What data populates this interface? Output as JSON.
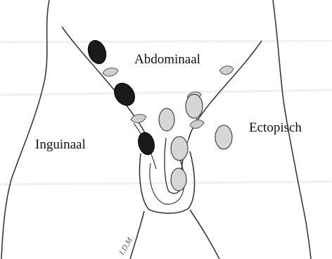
{
  "labels": {
    "abdominal": "Abdominaal",
    "inguinal": "Inguinaal",
    "ectopic": "Ectopisch"
  },
  "signature": "I.D.M",
  "colors": {
    "background": "#ffffff",
    "line": "#3a3a3a",
    "testis_normal_path": "#1a1a1a",
    "testis_ectopic": "#d6d6d6",
    "hatch": "#555555"
  },
  "legend": [
    {
      "key": "abdominal",
      "description": "Abdominaal"
    },
    {
      "key": "inguinal",
      "description": "Inguinaal"
    },
    {
      "key": "ectopic",
      "description": "Ectopisch"
    }
  ]
}
